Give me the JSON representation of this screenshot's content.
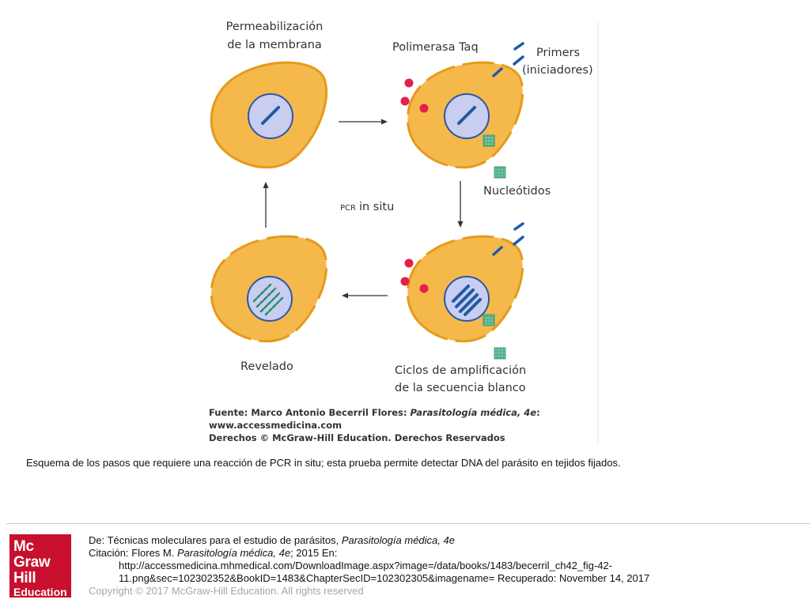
{
  "diagram": {
    "labels": {
      "permeabilization_l1": "Permeabilización",
      "permeabilization_l2": "de la membrana",
      "polymerase": "Polimerasa Taq",
      "primers_l1": "Primers",
      "primers_l2": "(iniciadores)",
      "nucleotides": "Nucleótidos",
      "pcr_small": "PCR",
      "pcr_rest": "in situ",
      "revealed": "Revelado",
      "cycles_l1": "Ciclos de amplificación",
      "cycles_l2": "de la secuencia blanco"
    },
    "source": {
      "prefix": "Fuente: Marco Antonio Becerril Flores:",
      "book": "Parasitología médica, 4e",
      "suffix": ":",
      "url": "www.accessmedicina.com",
      "rights": "Derechos © McGraw-Hill Education. Derechos Reservados"
    },
    "colors": {
      "cell_fill": "#f5b84b",
      "cell_outline": "#e59a1c",
      "nucleus_fill": "#c9cdf0",
      "nucleus_outline": "#2b57a5",
      "dna_blue": "#1f5aa6",
      "dna_green": "#2a8c6a",
      "polymerase_red": "#e3204a",
      "nucleotide_green": "#4fb58a",
      "arrow": "#333333"
    }
  },
  "caption": "Esquema de los pasos que requiere una reacción de PCR in situ; esta prueba permite detectar DNA del parásito en tejidos fijados.",
  "footer": {
    "logo": {
      "line1": "Mc",
      "line2": "Graw",
      "line3": "Hill",
      "line4": "Education"
    },
    "from_prefix": "De: Técnicas moleculares para el estudio de parásitos, ",
    "from_book": "Parasitología médica, 4e",
    "citation_prefix": "Citación: Flores M",
    "citation_sep": ". ",
    "citation_book": "Parasitología médica, 4e",
    "citation_suffix": "; 2015 En:",
    "url_line1": "http://accessmedicina.mhmedical.com/DownloadImage.aspx?image=/data/books/1483/becerril_ch42_fig-42-",
    "url_line2": "11.png&sec=102302352&BookID=1483&ChapterSecID=102302305&imagename= Recuperado: November 14, 2017",
    "copyright": "Copyright © 2017 McGraw-Hill Education. All rights reserved"
  }
}
